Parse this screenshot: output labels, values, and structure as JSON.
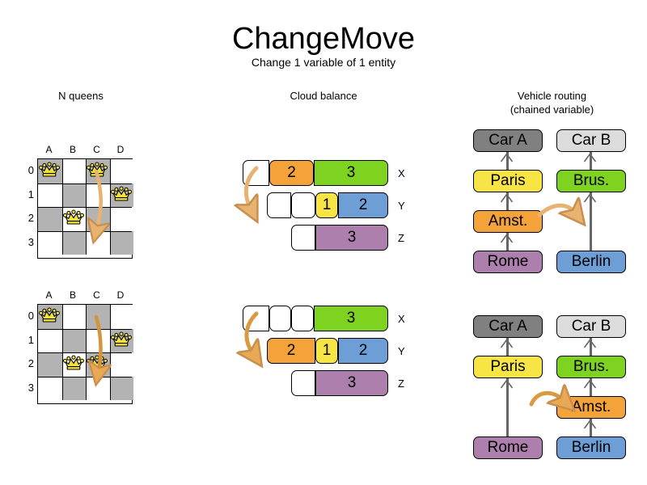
{
  "header": {
    "title": "ChangeMove",
    "subtitle": "Change 1 variable of 1 entity"
  },
  "sections": {
    "queens": {
      "label": "N queens"
    },
    "cloud": {
      "label": "Cloud balance"
    },
    "vrp": {
      "label_line1": "Vehicle routing",
      "label_line2": "(chained variable)"
    }
  },
  "colors": {
    "orange": "#f4a23a",
    "green": "#7ed321",
    "green_box": "#8fd63c",
    "yellow": "#f7e545",
    "yellow_box": "#f9e84f",
    "blue": "#6d9ed6",
    "purple": "#ad7fad",
    "gray_dark": "#808080",
    "gray_light": "#dcdcdc",
    "board_dark": "#b3b3b3",
    "board_light": "#ffffff",
    "arrow": "#e8b271",
    "queen": "#f2e33c",
    "link": "#666666"
  },
  "nqueens": {
    "col_labels": [
      "A",
      "B",
      "C",
      "D"
    ],
    "row_labels": [
      "0",
      "1",
      "2",
      "3"
    ],
    "before": {
      "queens": [
        {
          "col": 0,
          "row": 0
        },
        {
          "col": 2,
          "row": 0
        },
        {
          "col": 3,
          "row": 1
        },
        {
          "col": 1,
          "row": 2
        }
      ],
      "move_arrow": {
        "from_col": 2,
        "from_row": 0,
        "to_col": 2,
        "to_row": 2
      }
    },
    "after": {
      "queens": [
        {
          "col": 0,
          "row": 0
        },
        {
          "col": 3,
          "row": 1
        },
        {
          "col": 1,
          "row": 2
        },
        {
          "col": 2,
          "row": 2
        }
      ],
      "move_arrow": {
        "from_col": 2,
        "from_row": 0,
        "to_col": 2,
        "to_row": 2
      }
    }
  },
  "cloudbalance": {
    "before": {
      "rows": [
        {
          "label": "X",
          "segments": [
            {
              "value": "",
              "color": "white",
              "width": 33
            },
            {
              "value": "2",
              "color": "orange",
              "width": 55
            },
            {
              "value": "3",
              "color": "green",
              "width": 92
            }
          ]
        },
        {
          "label": "Y",
          "segments": [
            {
              "value": "",
              "color": "white",
              "width": 30
            },
            {
              "value": "",
              "color": "white",
              "width": 30
            },
            {
              "value": "1",
              "color": "yellow",
              "width": 28
            },
            {
              "value": "2",
              "color": "blue",
              "width": 62
            }
          ]
        },
        {
          "label": "Z",
          "segments": [
            {
              "value": "",
              "color": "white",
              "width": 30
            },
            {
              "value": "3",
              "color": "purple",
              "width": 90
            }
          ]
        }
      ]
    },
    "after": {
      "rows": [
        {
          "label": "X",
          "segments": [
            {
              "value": "",
              "color": "white",
              "width": 33
            },
            {
              "value": "",
              "color": "white",
              "width": 27
            },
            {
              "value": "",
              "color": "white",
              "width": 28
            },
            {
              "value": "3",
              "color": "green",
              "width": 92
            }
          ]
        },
        {
          "label": "Y",
          "segments": [
            {
              "value": "2",
              "color": "orange",
              "width": 60
            },
            {
              "value": "1",
              "color": "yellow",
              "width": 28
            },
            {
              "value": "2",
              "color": "blue",
              "width": 62
            }
          ]
        },
        {
          "label": "Z",
          "segments": [
            {
              "value": "",
              "color": "white",
              "width": 30
            },
            {
              "value": "3",
              "color": "purple",
              "width": 90
            }
          ]
        }
      ]
    }
  },
  "vehiclerouting": {
    "before": {
      "chains": [
        {
          "vehicle": "Car A",
          "vehicle_color": "gray_dark",
          "stops": [
            "Rome",
            "Amst.",
            "Paris"
          ],
          "stop_colors": [
            "purple",
            "orange",
            "yellow"
          ]
        },
        {
          "vehicle": "Car B",
          "vehicle_color": "gray_light",
          "stops": [
            "Berlin",
            "Brus."
          ],
          "stop_colors": [
            "blue",
            "green"
          ]
        }
      ]
    },
    "after": {
      "chains": [
        {
          "vehicle": "Car A",
          "vehicle_color": "gray_dark",
          "stops": [
            "Rome",
            "Paris"
          ],
          "stop_colors": [
            "purple",
            "yellow"
          ]
        },
        {
          "vehicle": "Car B",
          "vehicle_color": "gray_light",
          "stops": [
            "Berlin",
            "Amst.",
            "Brus."
          ],
          "stop_colors": [
            "blue",
            "orange",
            "green"
          ]
        }
      ]
    }
  }
}
